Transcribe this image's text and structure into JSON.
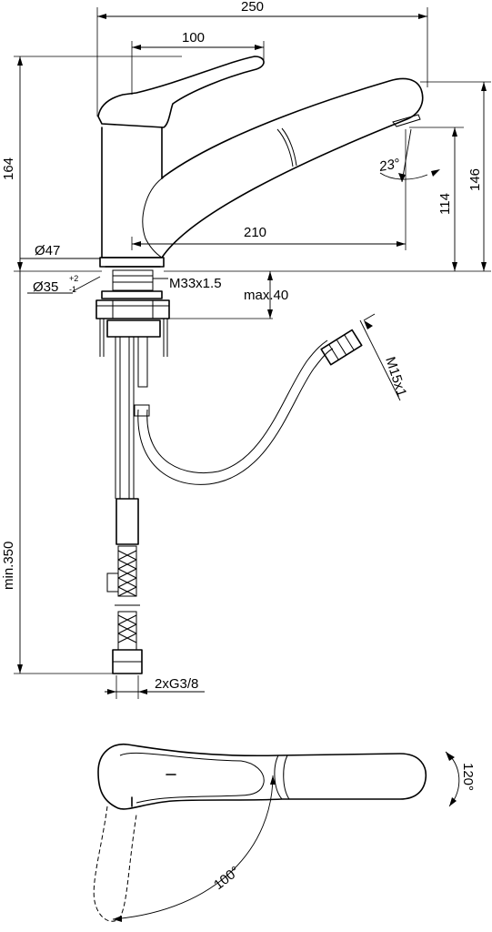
{
  "dimensions": {
    "overall_length": "250",
    "handle_length": "100",
    "total_height": "164",
    "spout_height": "146",
    "spout_clearance": "114",
    "spout_reach": "210",
    "spout_angle": "23°",
    "base_diameter": "Ø47",
    "hole_diameter": "Ø35",
    "hole_tol_plus": "+2",
    "hole_tol_minus": "-1",
    "thread": "M33x1.5",
    "max_deck_thickness": "max.40",
    "hose_length": "min.350",
    "hose_thread": "M15x1",
    "connections": "2xG3/8",
    "swivel_angle": "120°",
    "handle_rotation": "100°"
  }
}
